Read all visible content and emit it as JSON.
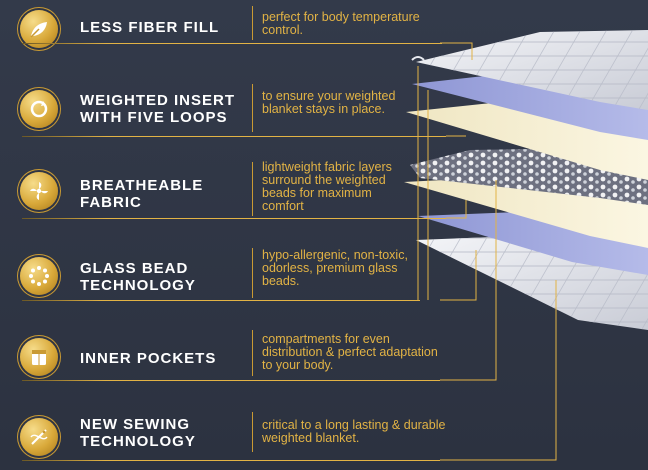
{
  "features": [
    {
      "id": "fiber",
      "title": "LESS FIBER FILL",
      "description": "perfect for body temperature control.",
      "icon": "leaf-icon"
    },
    {
      "id": "loops",
      "title": "WEIGHTED INSERT WITH FIVE LOOPS",
      "description": "to ensure your weighted blanket stays in place.",
      "icon": "loop-icon"
    },
    {
      "id": "fabric",
      "title": "BREATHEABLE FABRIC",
      "description": "lightweight fabric layers surround the weighted beads for maximum comfort",
      "icon": "fan-icon"
    },
    {
      "id": "beads",
      "title": "GLASS BEAD TECHNOLOGY",
      "description": "hypo-allergenic, non-toxic, odorless, premium glass beads.",
      "icon": "bead-ring-icon"
    },
    {
      "id": "pockets",
      "title": "INNER POCKETS",
      "description": "compartments for even distribution & perfect adaptation to your body.",
      "icon": "pocket-icon"
    },
    {
      "id": "sewing",
      "title": "NEW SEWING TECHNOLOGY",
      "description": "critical to a long lasting & durable weighted blanket.",
      "icon": "needle-icon"
    }
  ],
  "colors": {
    "background": "#2f3544",
    "gold": "#e2b345",
    "white": "#ffffff",
    "cream": "#efe6c4",
    "lavender": "#a2a9df"
  }
}
